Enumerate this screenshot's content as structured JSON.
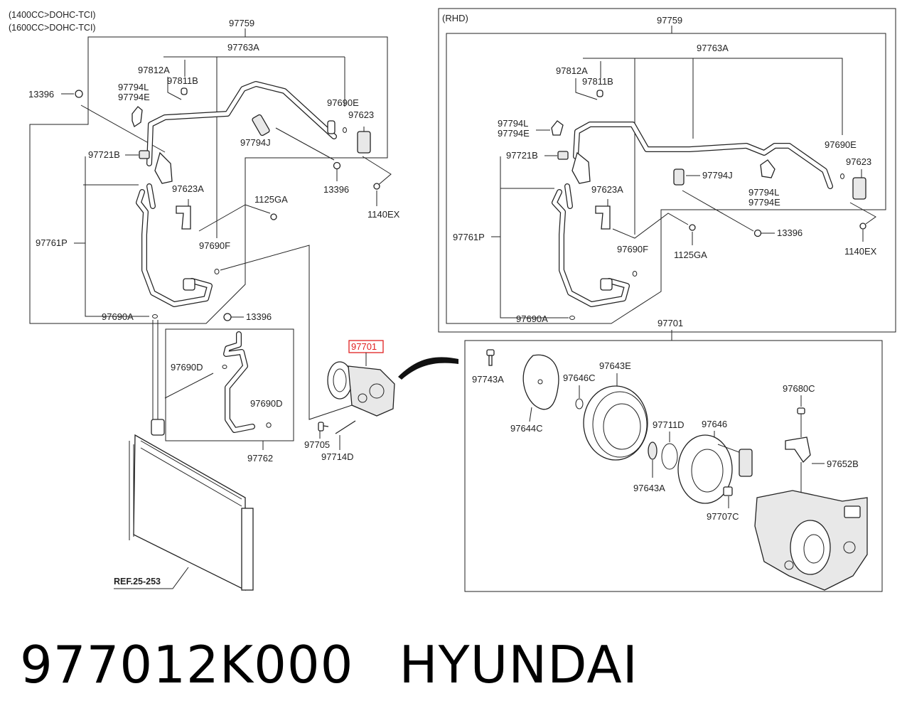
{
  "notes": {
    "engine_1400": "(1400CC>DOHC-TCI)",
    "engine_1600": "(1600CC>DOHC-TCI)",
    "rhd": "(RHD)",
    "ref": "REF.25-253"
  },
  "labels_left": {
    "a97759": "97759",
    "a97763A": "97763A",
    "a97812A": "97812A",
    "a97811B": "97811B",
    "a97794L": "97794L",
    "a97794E": "97794E",
    "a13396_top": "13396",
    "a97690E": "97690E",
    "a97623": "97623",
    "a97794J": "97794J",
    "a13396_mid": "13396",
    "a1140EX": "1140EX",
    "a97721B": "97721B",
    "a97623A": "97623A",
    "a1125GA": "1125GA",
    "a97761P": "97761P",
    "a97690F": "97690F",
    "a97690A": "97690A",
    "a13396_low": "13396",
    "a97690D_a": "97690D",
    "a97690D_b": "97690D",
    "a97762": "97762",
    "a97701": "97701",
    "a97705": "97705",
    "a97714D": "97714D"
  },
  "labels_rhd": {
    "a97759": "97759",
    "a97763A": "97763A",
    "a97812A": "97812A",
    "a97811B": "97811B",
    "a97794L_a": "97794L",
    "a97794E_a": "97794E",
    "a97690E": "97690E",
    "a97623": "97623",
    "a97721B": "97721B",
    "a97794J": "97794J",
    "a97623A": "97623A",
    "a97794L_b": "97794L",
    "a97794E_b": "97794E",
    "a13396": "13396",
    "a97761P": "97761P",
    "a97690F": "97690F",
    "a1125GA": "1125GA",
    "a1140EX": "1140EX",
    "a97690A": "97690A"
  },
  "labels_compressor": {
    "a97701": "97701",
    "a97743A": "97743A",
    "a97646C": "97646C",
    "a97643E": "97643E",
    "a97680C": "97680C",
    "a97644C": "97644C",
    "a97711D": "97711D",
    "a97646": "97646",
    "a97652B": "97652B",
    "a97643A": "97643A",
    "a97707C": "97707C"
  },
  "caption": {
    "part_number": "977012K000",
    "brand": "HYUNDAI"
  },
  "colors": {
    "highlight": "#e02020",
    "line": "#222222"
  }
}
